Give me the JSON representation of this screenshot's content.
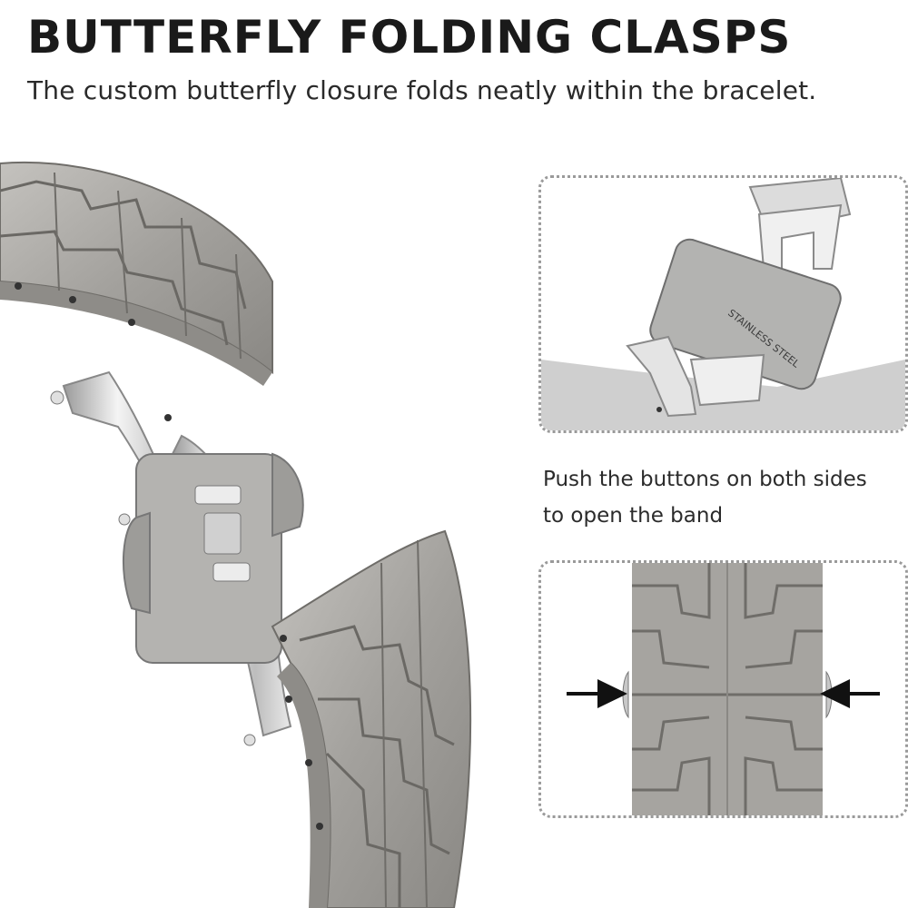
{
  "header": {
    "title": "BUTTERFLY FOLDING CLASPS",
    "subtitle": "The custom butterfly closure folds neatly within the bracelet."
  },
  "detail_top": {
    "engraving": "STAINLESS STEEL"
  },
  "caption": {
    "line1": "Push the buttons on both sides",
    "line2": "to open the band"
  },
  "colors": {
    "titanium": "#a8a6a2",
    "titanium_dark": "#7c7a76",
    "steel_bright": "#e6e6e6",
    "arrow": "#111111",
    "dotted_border": "#9a9a9a"
  },
  "icons": [
    "arrow-right-icon",
    "arrow-left-icon"
  ]
}
